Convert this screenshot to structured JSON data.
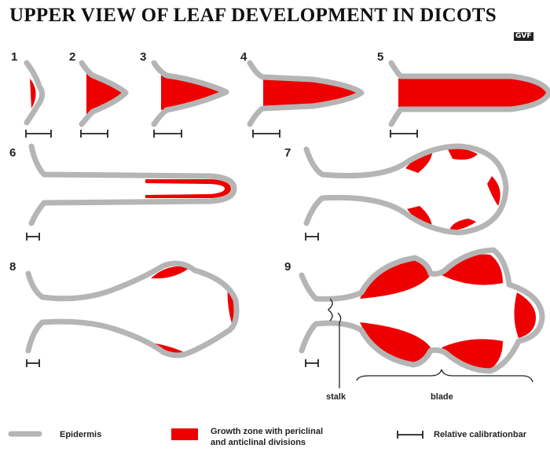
{
  "title": "UPPER VIEW OF LEAF DEVELOPMENT IN DICOTS",
  "logo_text": "GVF",
  "stages": [
    "1",
    "2",
    "3",
    "4",
    "5",
    "6",
    "7",
    "8",
    "9"
  ],
  "annotations": {
    "stalk": "stalk",
    "blade": "blade"
  },
  "legend": {
    "epidermis": "Epidermis",
    "growth_zone_line1": "Growth zone with periclinal",
    "growth_zone_line2": "and anticlinal divisions",
    "calibration": "Relative calibrationbar"
  },
  "colors": {
    "epidermis": "#b5b5b5",
    "growth_zone": "#ee0000",
    "ink": "#222222"
  }
}
